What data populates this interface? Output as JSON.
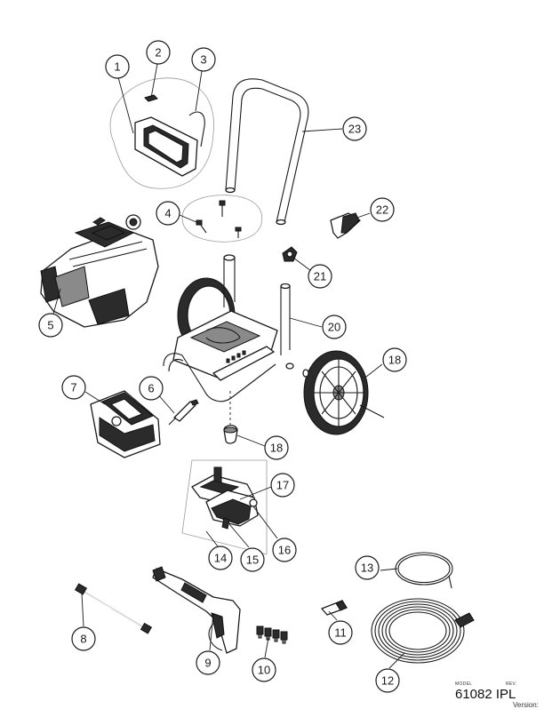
{
  "callouts": [
    "1",
    "2",
    "3",
    "4",
    "5",
    "6",
    "7",
    "8",
    "9",
    "10",
    "11",
    "12",
    "13",
    "14",
    "15",
    "16",
    "17",
    "18",
    "18",
    "20",
    "21",
    "22",
    "23"
  ],
  "title_block": {
    "model_label": "MODEL",
    "rev_label": "REV.",
    "model": "61082 IPL",
    "version_label": "Version:"
  }
}
